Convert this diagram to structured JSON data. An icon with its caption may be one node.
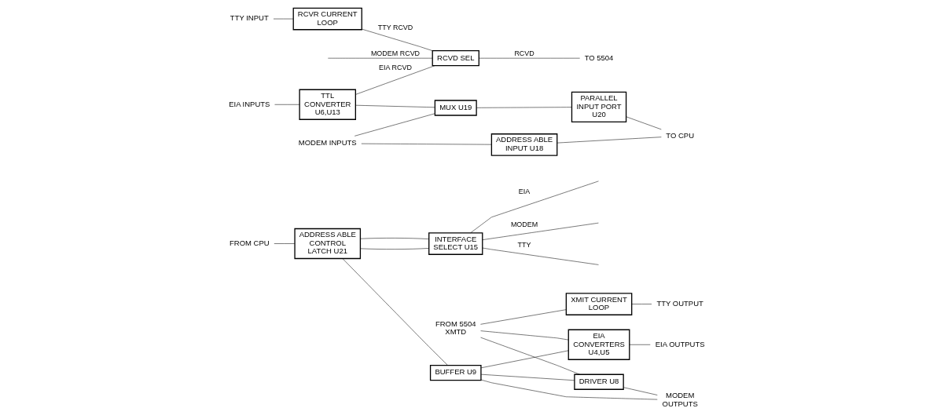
{
  "diagram": {
    "nodes": [
      {
        "text": [
          "ADDRESS ABLE CONTROL LATCH U21"
        ]
      },
      {
        "text": [
          "INTERFACE SELECT U15"
        ]
      },
      {
        "text": [
          "BUFFER U9"
        ]
      },
      {
        "text": [
          "DRIVER U8"
        ]
      },
      {
        "text": [
          "EIA CONVERTERS U4,U5"
        ]
      },
      {
        "text": [
          "XMIT CURRENT LOOP"
        ]
      },
      {
        "text": [
          "ADDRESS ABLE INPUT U18"
        ]
      },
      {
        "text": [
          "MUX U19"
        ]
      },
      {
        "text": [
          "PARALLEL INPUT PORT U20"
        ]
      },
      {
        "text": [
          "TTL CONVERTER U6,U13"
        ]
      },
      {
        "text": [
          "RCVD SEL"
        ]
      },
      {
        "text": [
          "RCVR CURRENT LOOP"
        ]
      },
      {
        "text": [
          "FROM CPU"
        ]
      },
      {
        "text": [
          "MODEM INPUTS"
        ]
      },
      {
        "text": [
          "MODEM OUTPUTS"
        ]
      },
      {
        "text": [
          "TO CPU"
        ]
      },
      {
        "text": [
          "EIA INPUTS"
        ]
      },
      {
        "text": [
          "EIA OUTPUTS"
        ]
      },
      {
        "text": [
          "FROM 5504 XMTD"
        ]
      },
      {
        "text": [
          "TTY OUTPUT"
        ]
      },
      {
        "text": [
          "TTY INPUT"
        ]
      },
      {
        "text": [
          "TO 5504"
        ]
      }
    ],
    "edges": [
      {
        "from": 12,
        "to": 0,
        "arrow": "none"
      },
      {
        "from": 0,
        "to": 1,
        "arrow": "none"
      },
      {
        "from": 0,
        "to": 1,
        "arrow": "none"
      },
      {
        "from": 1,
        "to": null,
        "arrow": "none",
        "label": "EIA"
      },
      {
        "from": 1,
        "to": null,
        "arrow": "none",
        "label": "MODEM"
      },
      {
        "from": 1,
        "to": null,
        "arrow": "none",
        "label": "TTY"
      },
      {
        "from": 0,
        "to": 2,
        "arrow": "none"
      },
      {
        "from": 2,
        "to": 14,
        "arrow": "none"
      },
      {
        "from": 2,
        "to": 3,
        "arrow": "none"
      },
      {
        "from": 2,
        "to": 4,
        "arrow": "none"
      },
      {
        "from": 3,
        "to": 14,
        "arrow": "none"
      },
      {
        "from": 18,
        "to": 3,
        "arrow": "none"
      },
      {
        "from": 18,
        "to": 4,
        "arrow": "none"
      },
      {
        "from": 18,
        "to": 5,
        "arrow": "none"
      },
      {
        "from": 4,
        "to": 17,
        "arrow": "none"
      },
      {
        "from": 5,
        "to": 19,
        "arrow": "none"
      },
      {
        "from": 13,
        "to": 6,
        "arrow": "none"
      },
      {
        "from": 13,
        "to": 7,
        "arrow": "none"
      },
      {
        "from": 6,
        "to": 15,
        "arrow": "none"
      },
      {
        "from": 7,
        "to": 8,
        "arrow": "none"
      },
      {
        "from": 8,
        "to": 15,
        "arrow": "none"
      },
      {
        "from": 16,
        "to": 9,
        "arrow": "none"
      },
      {
        "from": 9,
        "to": 7,
        "arrow": "none"
      },
      {
        "from": null,
        "to": 10,
        "arrow": "none",
        "label": "MODEM RCVD"
      },
      {
        "from": 9,
        "to": 10,
        "arrow": "none",
        "label": "EIA RCVD"
      },
      {
        "from": 11,
        "to": 10,
        "arrow": "none",
        "label": "TTY RCVD"
      },
      {
        "from": 20,
        "to": 11,
        "arrow": "none"
      },
      {
        "from": 10,
        "to": 21,
        "arrow": "none",
        "label": "RCVD"
      }
    ]
  }
}
